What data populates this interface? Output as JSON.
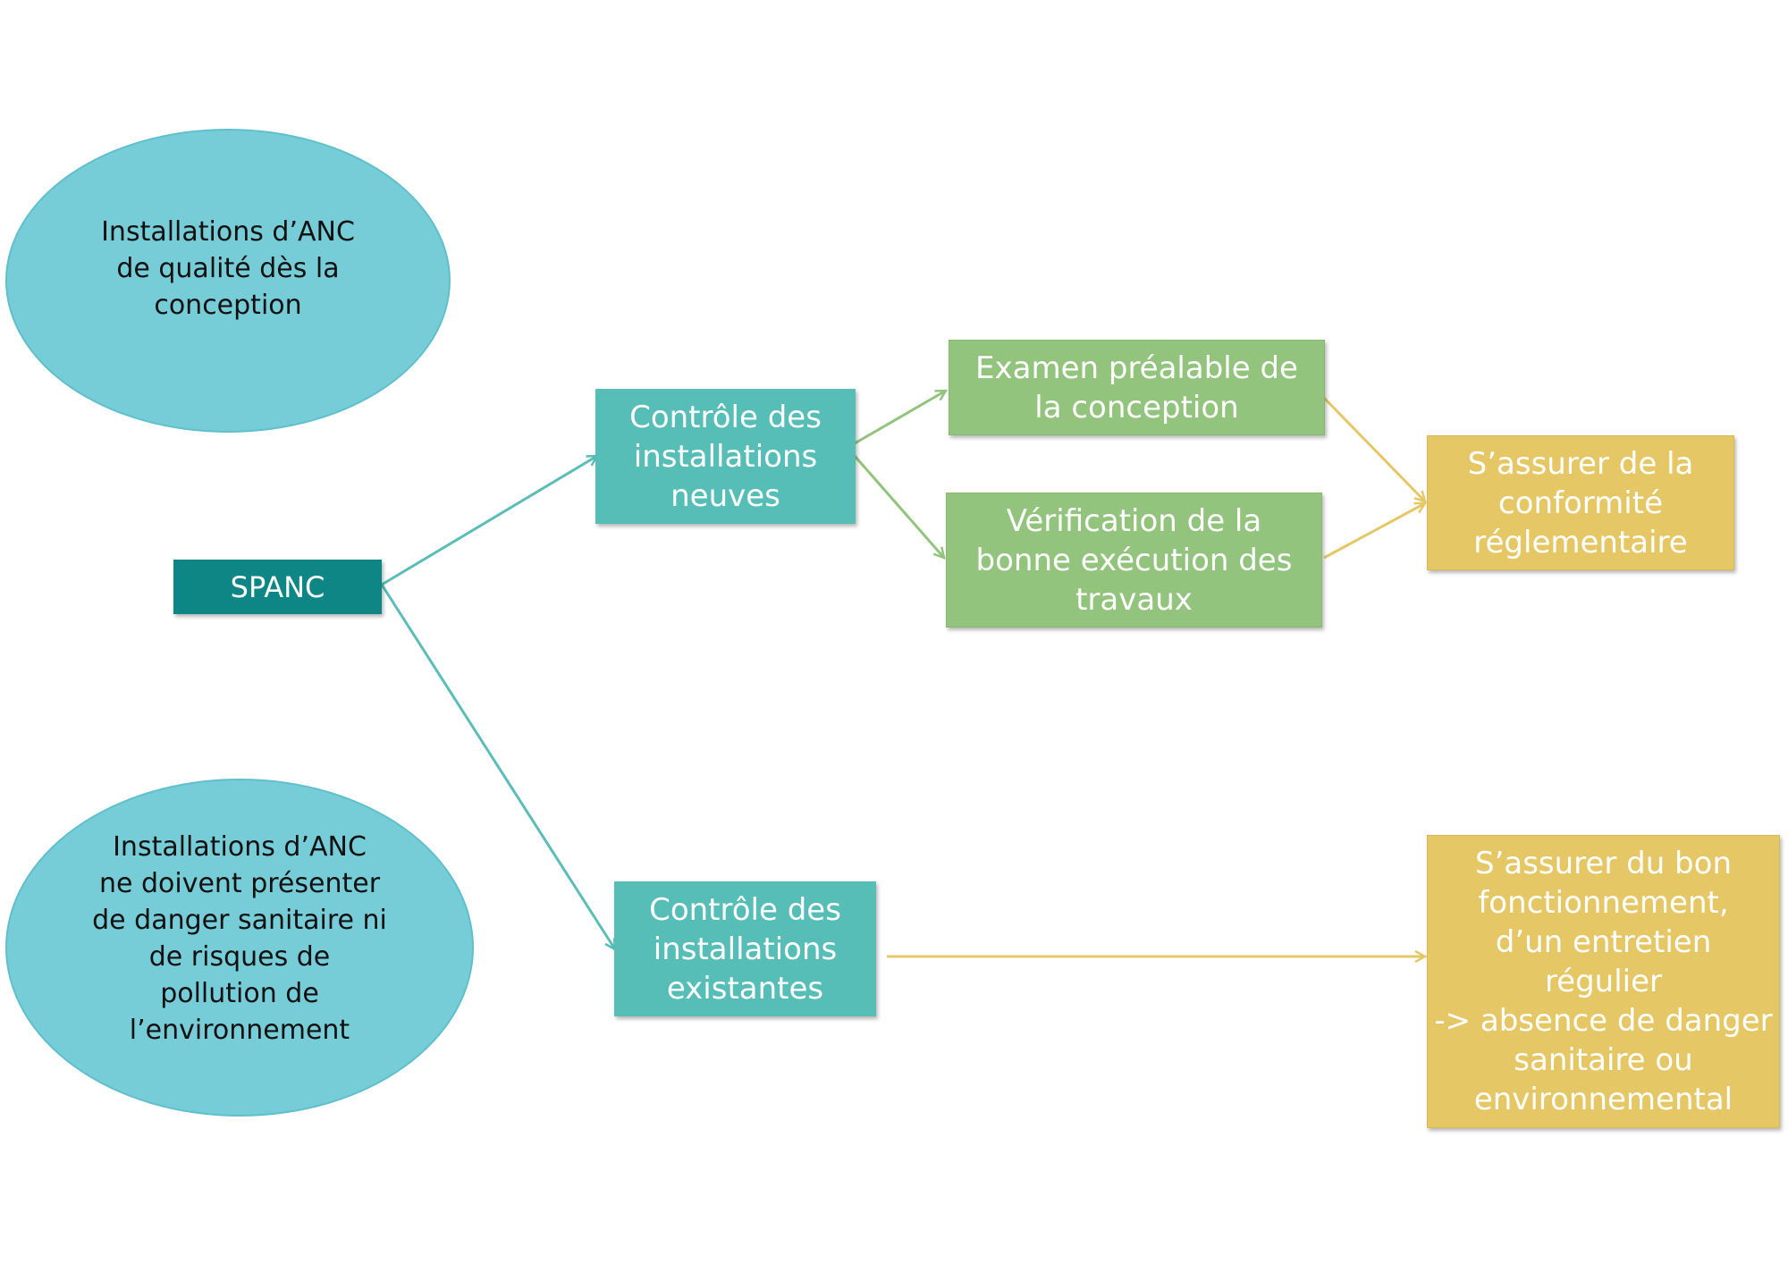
{
  "nodes": {
    "ellipse_top": "Installations d’ANC\nde qualité dès la\nconception",
    "ellipse_bottom": "Installations d’ANC\nne doivent présenter\nde danger sanitaire ni\nde risques de\npollution de\nl’environnement",
    "spanc": "SPANC",
    "controle_neuves": "Contrôle des\ninstallations\nneuves",
    "controle_existantes": "Contrôle des\ninstallations\nexistantes",
    "examen": "Examen préalable de\nla conception",
    "verification": "Vérification de la\nbonne exécution des\ntravaux",
    "conformite": "S’assurer de la\nconformité\nréglementaire",
    "fonctionnement": "S’assurer du bon\nfonctionnement,\nd’un entretien\nrégulier\n-> absence de danger\nsanitaire ou\nenvironnemental"
  },
  "colors": {
    "ellipse": "#76CDD8",
    "teal": "#56BEB6",
    "spanc": "#0E8685",
    "green": "#93C47D",
    "yellow": "#E6C766",
    "arrow_teal": "#5BBDB8",
    "arrow_green": "#93C47D",
    "arrow_yellow": "#E6C766"
  }
}
